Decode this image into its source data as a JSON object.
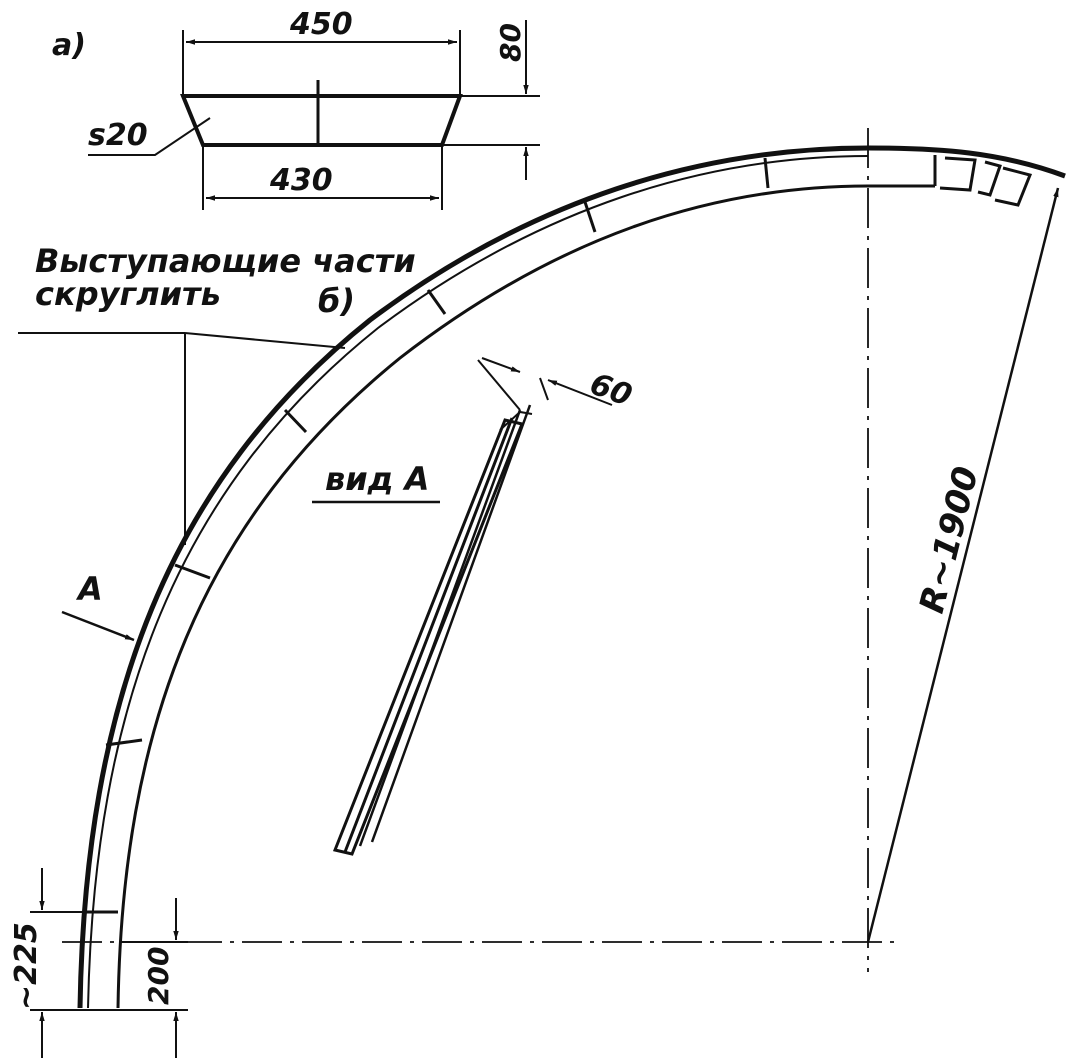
{
  "part_a": {
    "label": "а)",
    "top_width": "450",
    "bottom_width": "430",
    "height": "80",
    "thickness": "s20"
  },
  "part_b": {
    "label": "б)",
    "note_line1": "Выступающие части",
    "note_line2": "скруглить",
    "radius": "R~1900",
    "view_label": "вид А",
    "view_arrow_label": "А",
    "view_width": "60",
    "end_height_outer": "~225",
    "end_height_inner": "200"
  },
  "colors": {
    "ink": "#111111",
    "paper": "#ffffff"
  }
}
